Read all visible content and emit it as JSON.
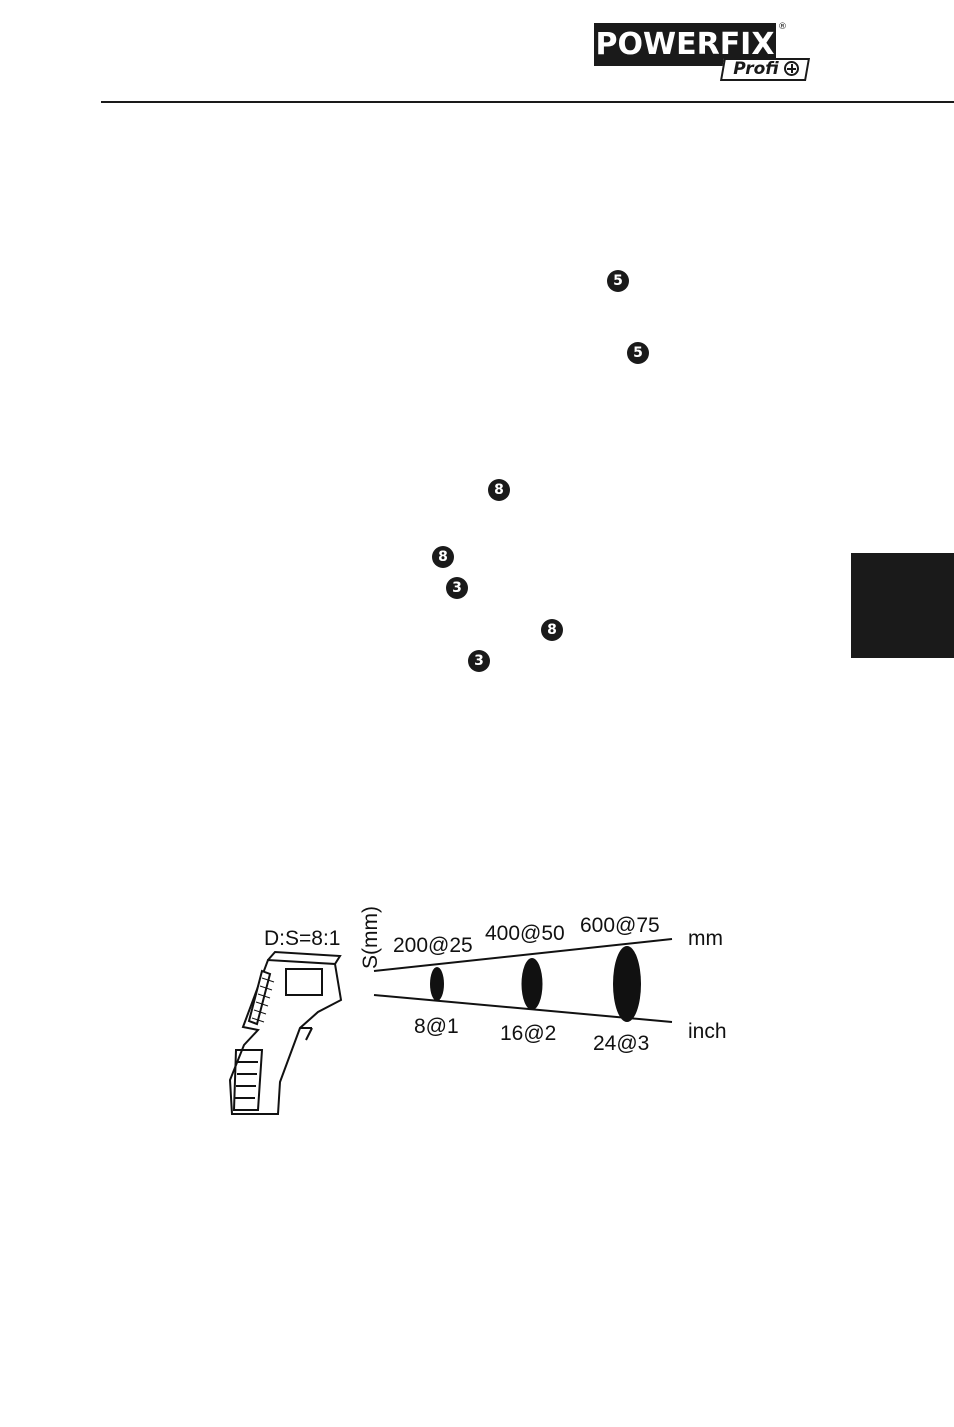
{
  "logo": {
    "brand": "POWERFIX",
    "registered": "®",
    "sub": "Profi"
  },
  "markers": [
    "5",
    "5",
    "8",
    "8",
    "3",
    "8",
    "3"
  ],
  "diagram": {
    "ratio_label": "D:S=8:1",
    "axis_label": "S(mm)",
    "top_labels": [
      "200@25",
      "400@50",
      "600@75"
    ],
    "bottom_labels": [
      "8@1",
      "16@2",
      "24@3"
    ],
    "unit_mm": "mm",
    "unit_inch": "inch"
  }
}
